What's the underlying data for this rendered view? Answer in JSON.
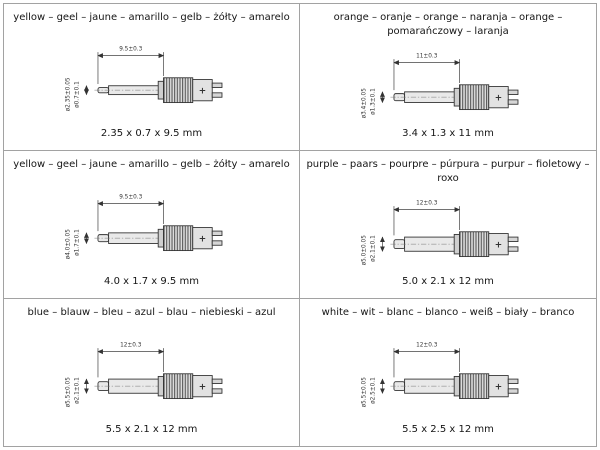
{
  "page": {
    "background": "#ffffff",
    "grid_border_color": "#a2a2a2"
  },
  "cells": [
    {
      "title": "yellow – geel – jaune – amarillo – gelb – żółty – amarelo",
      "dimensions": "2.35 x 0.7 x 9.5 mm",
      "annotations": {
        "length": "9.5±0.3",
        "outer_diameter": "ø2.35±0.05",
        "inner_diameter": "ø0.7±0.1",
        "plus": "+"
      }
    },
    {
      "title": "orange – oranje – orange – naranja – orange – pomarańczowy – laranja",
      "dimensions": "3.4 x 1.3 x 11 mm",
      "annotations": {
        "length": "11±0.3",
        "outer_diameter": "ø3.4±0.05",
        "inner_diameter": "ø1.3±0.1",
        "plus": "+"
      }
    },
    {
      "title": "yellow – geel – jaune – amarillo – gelb – żółty – amarelo",
      "dimensions": "4.0 x 1.7 x 9.5 mm",
      "annotations": {
        "length": "9.5±0.3",
        "outer_diameter": "ø4.0±0.05",
        "inner_diameter": "ø1.7±0.1",
        "plus": "+"
      }
    },
    {
      "title": "purple – paars – pourpre – púrpura – purpur – fioletowy – roxo",
      "dimensions": "5.0 x 2.1 x 12 mm",
      "annotations": {
        "length": "12±0.3",
        "outer_diameter": "ø5.0±0.05",
        "inner_diameter": "ø2.1±0.1",
        "plus": "+"
      }
    },
    {
      "title": "blue – blauw – bleu – azul – blau – niebieski – azul",
      "dimensions": "5.5 x 2.1 x 12 mm",
      "annotations": {
        "length": "12±0.3",
        "outer_diameter": "ø5.5±0.05",
        "inner_diameter": "ø2.1±0.1",
        "plus": "+"
      }
    },
    {
      "title": "white – wit – blanc – blanco – weiß – biały – branco",
      "dimensions": "5.5 x 2.5 x 12 mm",
      "annotations": {
        "length": "12±0.3",
        "outer_diameter": "ø5.5±0.05",
        "inner_diameter": "ø2.5±0.1",
        "plus": "+"
      }
    }
  ]
}
